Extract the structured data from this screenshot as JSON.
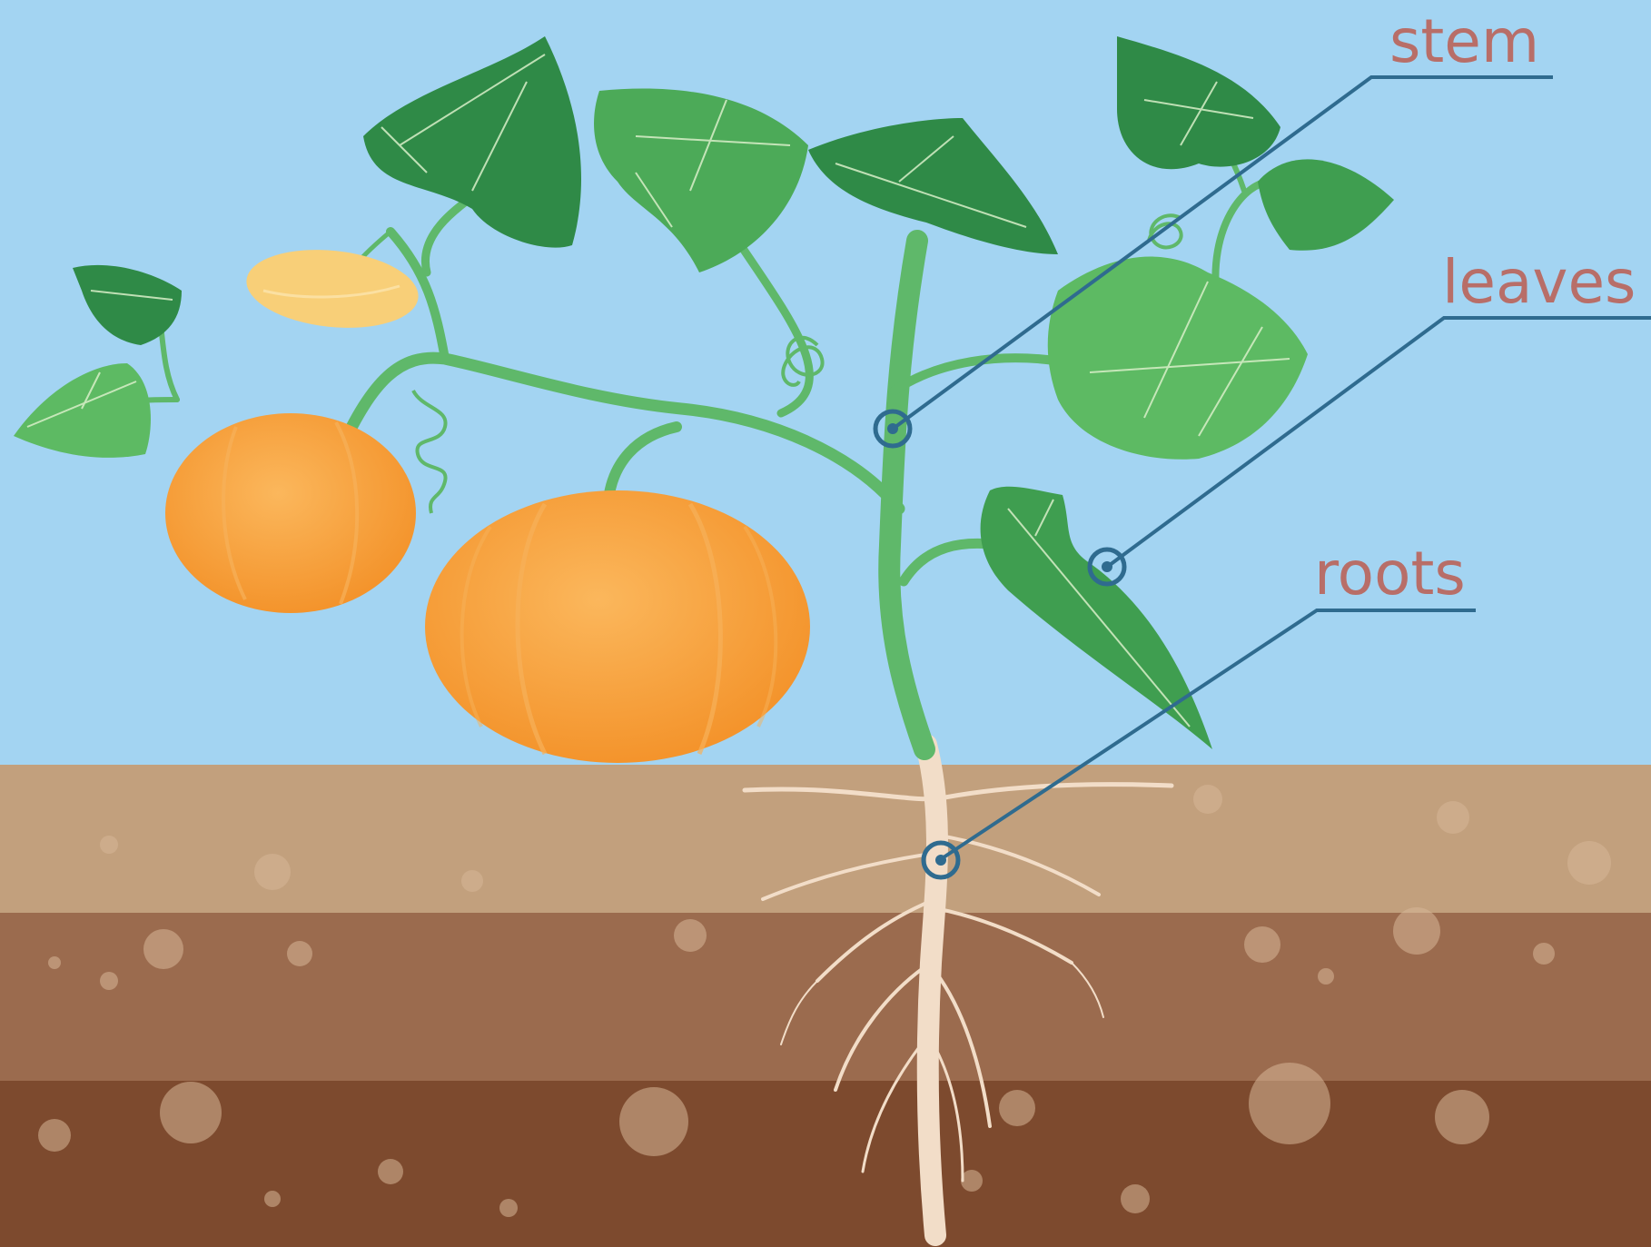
{
  "labels": {
    "stem": "stem",
    "leaves": "leaves",
    "roots": "roots"
  },
  "colors": {
    "sky": "#a3d4f2",
    "soil_top": "#c2a07d",
    "soil_mid": "#9b6b4e",
    "soil_bottom": "#7d4a2e",
    "leaf_dark": "#2f8a47",
    "leaf_light": "#5dba63",
    "stem": "#5fb86a",
    "pumpkin": "#f9a23a",
    "flower": "#f8cf78",
    "root": "#f2ddc8",
    "label_text": "#b86e68",
    "pointer_line": "#2f6b8f"
  }
}
